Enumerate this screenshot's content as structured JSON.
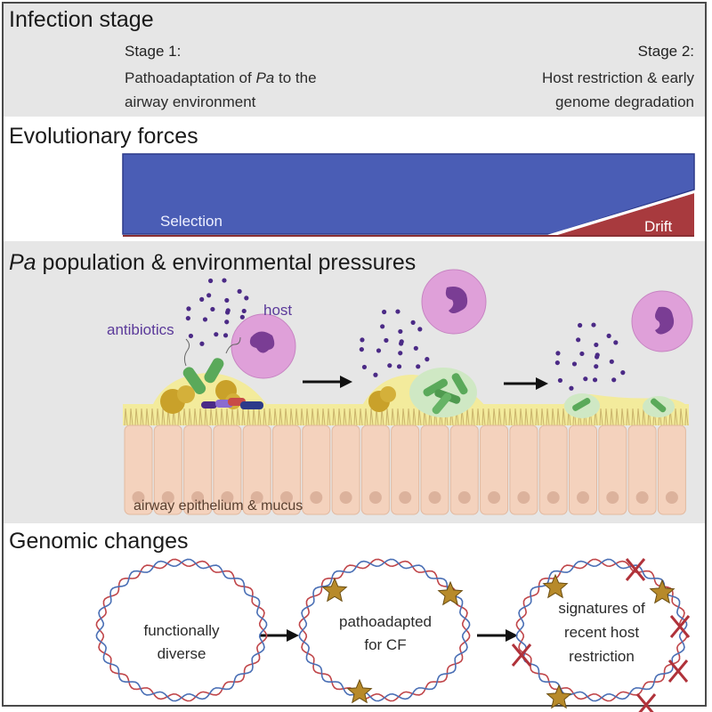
{
  "panels": {
    "infection": {
      "title": "Infection stage",
      "stage1": {
        "label": "Stage 1:",
        "line1_pre": "Pathoadaptation of ",
        "line1_italic": "Pa",
        "line1_post": " to the",
        "line2": "airway environment"
      },
      "stage2": {
        "label": "Stage 2:",
        "line1": "Host restriction & early",
        "line2": "genome degradation"
      }
    },
    "forces": {
      "title": "Evolutionary forces",
      "selection_label": "Selection",
      "drift_label": "Drift",
      "colors": {
        "selection": "#4a5db5",
        "drift": "#a83a3e"
      }
    },
    "population": {
      "title_italic": "Pa",
      "title_rest": " population & environmental pressures",
      "antibiotics_label": "antibiotics",
      "host_label": "host",
      "epithelium_label": "airway epithelium & mucus",
      "colors": {
        "label": "#5b3a9a",
        "mucus": "#f3eb9c",
        "cell": "#f4d2bd",
        "host_cell": "#dfa0d9",
        "bacteria": "#5aa95a"
      }
    },
    "genomic": {
      "title": "Genomic changes",
      "genomes": [
        {
          "line1": "functionally",
          "line2": "diverse",
          "line3": ""
        },
        {
          "line1": "pathoadapted",
          "line2": "for CF",
          "line3": ""
        },
        {
          "line1": "signatures of",
          "line2": "recent host",
          "line3": "restriction"
        }
      ],
      "colors": {
        "star": "#b78a2a",
        "cross": "#b0323a",
        "dna_red": "#c0464a",
        "dna_blue": "#4a6fb5"
      }
    }
  }
}
